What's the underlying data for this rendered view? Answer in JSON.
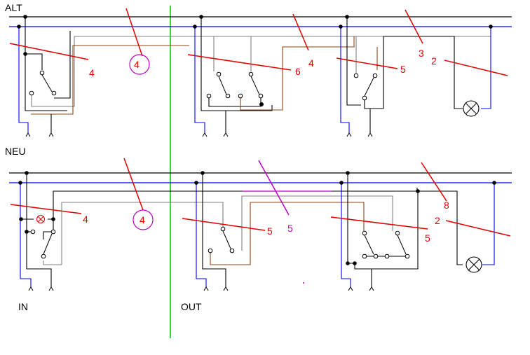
{
  "sections": {
    "old": "ALT",
    "new": "NEU",
    "in": "IN",
    "out": "OUT"
  },
  "colors": {
    "phase": "#000000",
    "neutral": "#0000ff",
    "traveler": "#808080",
    "switched": "#8b4513",
    "divider": "#00c000",
    "cable_mark": "#e00000",
    "highlight": "#c000c0"
  },
  "cable_counts_old": [
    "4",
    "4",
    "6",
    "4",
    "5",
    "3",
    "2"
  ],
  "cable_counts_new": [
    "4",
    "4",
    "5",
    "5",
    "8",
    "2",
    "5"
  ],
  "icons": [
    "lamp-icon",
    "lamp-icon",
    "indicator-lamp-icon",
    "switch-icon"
  ]
}
